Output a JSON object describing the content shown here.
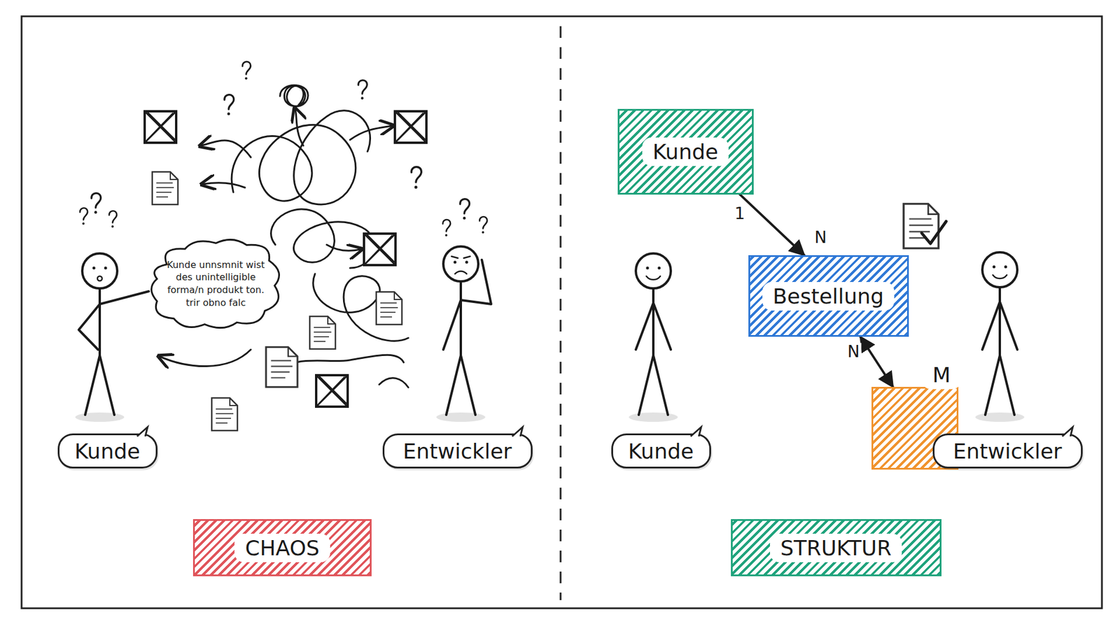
{
  "diagram": {
    "nodes": [
      {
        "text": [
          "Kunde unnsmnit wist des unintelligible forma/n produkt ton. trir obno falc"
        ]
      },
      {
        "text": [
          "Kunde"
        ]
      },
      {
        "text": [
          "Entwickler"
        ]
      },
      {
        "text": [
          "CHAOS"
        ]
      },
      {
        "text": [
          "Kunde"
        ]
      },
      {
        "text": [
          "Bestellung"
        ]
      },
      {
        "text": [
          "M"
        ]
      },
      {
        "text": [
          "Kunde"
        ]
      },
      {
        "text": [
          "Entwickler"
        ]
      },
      {
        "text": [
          "STRUKTUR"
        ]
      }
    ],
    "edges": [
      {
        "from": 4,
        "to": 5,
        "arrow": "to",
        "label": "1"
      },
      {
        "from": 5,
        "to": 6,
        "arrow": "both",
        "label": "N"
      }
    ],
    "labels": [
      "N"
    ]
  }
}
